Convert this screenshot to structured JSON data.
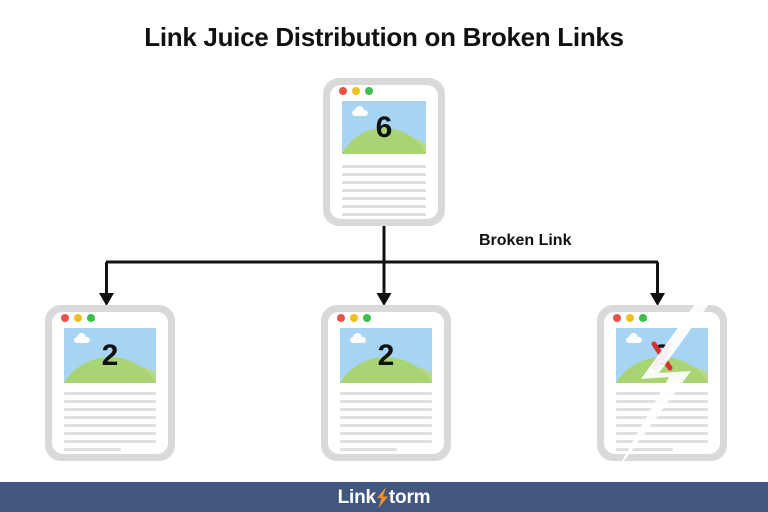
{
  "page": {
    "title": "Link Juice Distribution on Broken Links",
    "background": "#ffffff"
  },
  "colors": {
    "card_border": "#d9d9d9",
    "card_face": "#ffffff",
    "sky": "#a6d4f2",
    "hill": "#a8d474",
    "text_line": "#e0e0e0",
    "dot_red": "#e8534a",
    "dot_yellow": "#f0c020",
    "dot_green": "#3cbf4c",
    "arrow": "#111111",
    "footer_bar": "#41577d",
    "logo_bolt": "#f0902a",
    "broken_x": "#d63131"
  },
  "diagram": {
    "source_card": {
      "name": "source-page",
      "value": "6",
      "dots": [
        "red",
        "yellow",
        "green"
      ],
      "text_lines": 8,
      "broken": false
    },
    "target_cards": [
      {
        "name": "target-page-1",
        "value": "2",
        "dots": [
          "red",
          "yellow",
          "green"
        ],
        "text_lines": 8,
        "broken": false
      },
      {
        "name": "target-page-2",
        "value": "2",
        "dots": [
          "red",
          "yellow",
          "green"
        ],
        "text_lines": 8,
        "broken": false
      },
      {
        "name": "target-page-3-broken",
        "value": "2",
        "dots": [
          "red",
          "yellow",
          "green"
        ],
        "text_lines": 8,
        "broken": true
      }
    ],
    "edge_label": "Broken Link"
  },
  "footer": {
    "logo_text_before": "Link",
    "logo_text_after": "torm",
    "logo_icon": "lightning-bolt-icon"
  },
  "chart_data": {
    "type": "diagram",
    "title": "Link Juice Distribution on Broken Links",
    "description": "A source page with link juice value 6 distributes equally to three linked pages of value 2 each; the third link is broken so its juice is lost.",
    "nodes": [
      {
        "id": "source",
        "label": "6",
        "role": "source"
      },
      {
        "id": "target1",
        "label": "2",
        "role": "target",
        "status": "ok"
      },
      {
        "id": "target2",
        "label": "2",
        "role": "target",
        "status": "ok"
      },
      {
        "id": "target3",
        "label": "2",
        "role": "target",
        "status": "broken"
      }
    ],
    "edges": [
      {
        "from": "source",
        "to": "target1",
        "label": ""
      },
      {
        "from": "source",
        "to": "target2",
        "label": ""
      },
      {
        "from": "source",
        "to": "target3",
        "label": "Broken Link"
      }
    ]
  }
}
